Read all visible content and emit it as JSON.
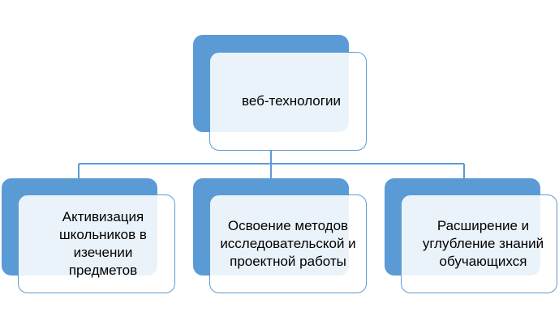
{
  "colors": {
    "shadow": "#5b9bd5",
    "card_fill": "#ffffff",
    "card_border": "#5b9bd5",
    "connector": "#5b9bd5",
    "text": "#000000"
  },
  "diagram": {
    "root": {
      "label": "веб-технологии"
    },
    "children": [
      {
        "label": "Активизация школьников в изечении предметов"
      },
      {
        "label": "Освоение методов исследовательской и проектной работы"
      },
      {
        "label": "Расширение и углубление знаний обучающихся"
      }
    ]
  }
}
